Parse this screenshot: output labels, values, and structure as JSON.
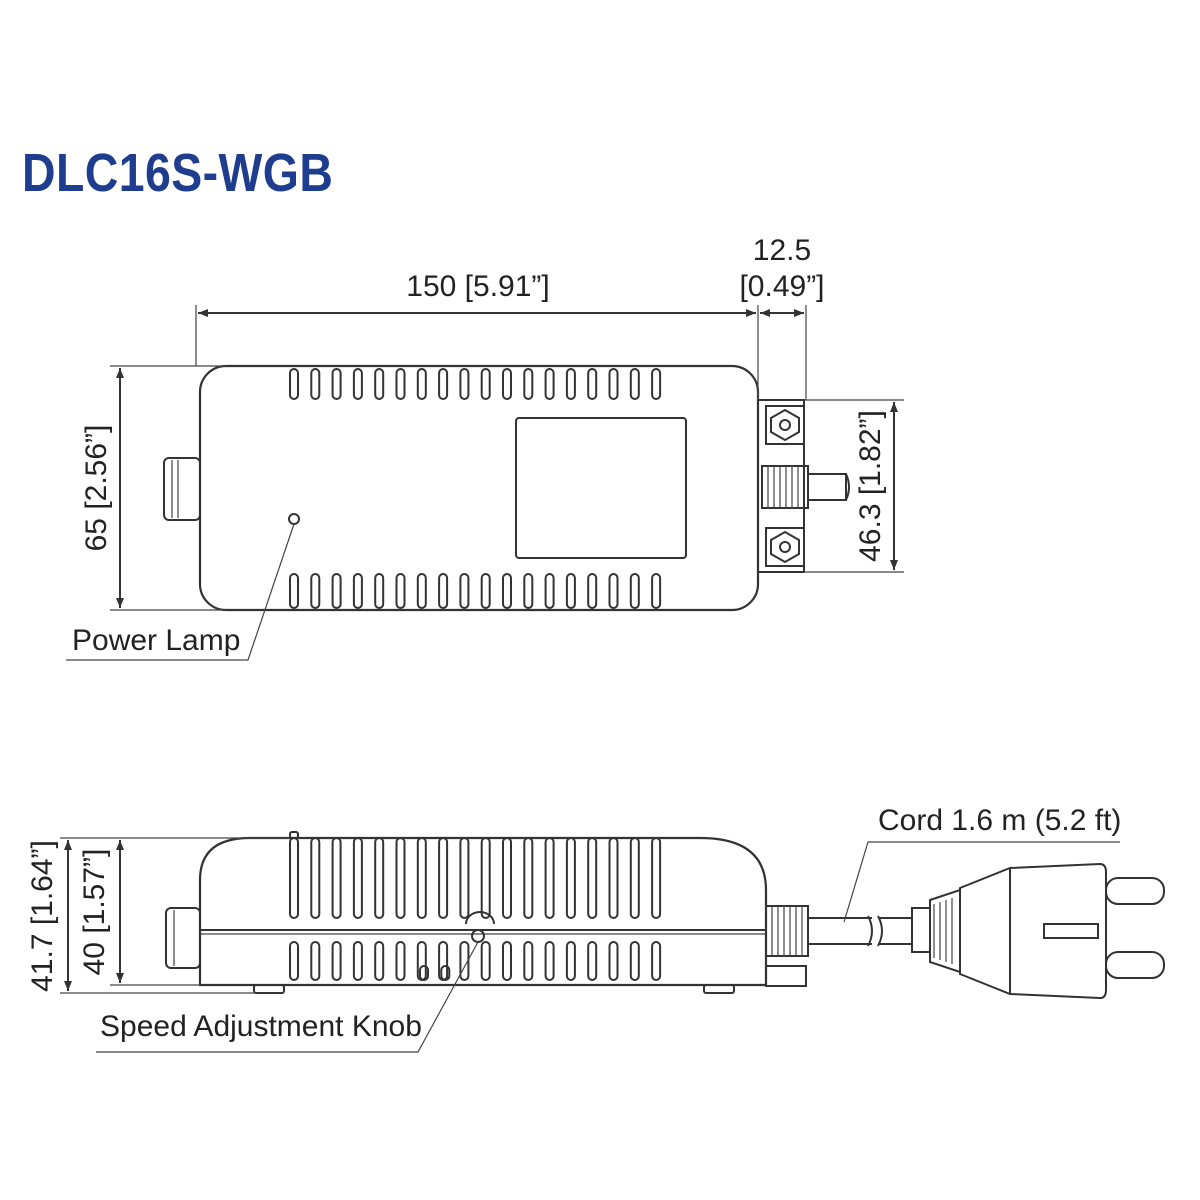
{
  "title": "DLC16S-WGB",
  "top_view": {
    "dim_length": "150 [5.91”]",
    "dim_connector_line1": "12.5",
    "dim_connector_line2": "[0.49”]",
    "dim_height": "65 [2.56”]",
    "dim_mount": "46.3 [1.82”]",
    "label_power_lamp": "Power Lamp"
  },
  "side_view": {
    "dim_overall_height": "41.7 [1.64”]",
    "dim_body_height": "40 [1.57”]",
    "label_speed_knob": "Speed Adjustment Knob",
    "label_cord": "Cord 1.6 m (5.2 ft)"
  },
  "colors": {
    "title": "#1e3d8f",
    "line": "#333333"
  }
}
